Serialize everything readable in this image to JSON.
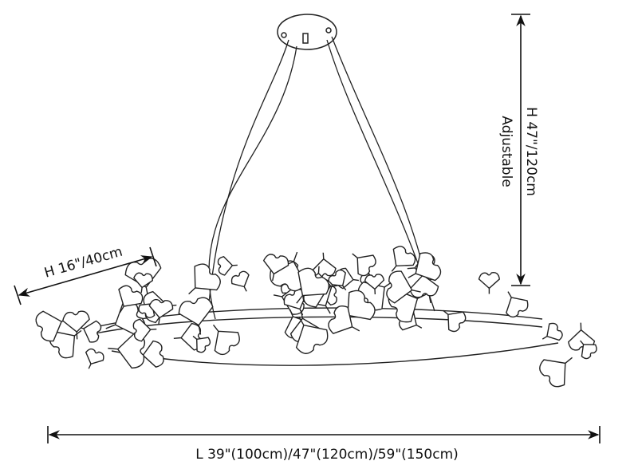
{
  "dimensions": {
    "height_total": "H 47\"/120cm",
    "adjustable": "Adjustable",
    "height_fixture": "H 16\"/40cm",
    "length": "L 39\"(100cm)/47\"(120cm)/59\"(150cm)"
  },
  "colors": {
    "line": "#111111",
    "background": "#ffffff"
  }
}
